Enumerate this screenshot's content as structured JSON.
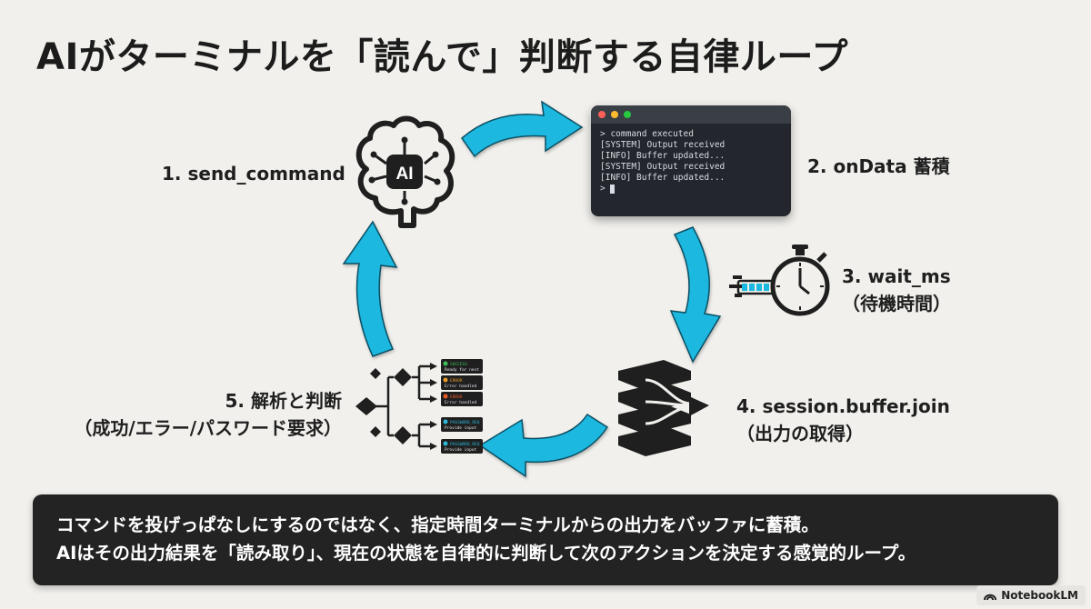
{
  "title": "AIがターミナルを「読んで」判断する自律ループ",
  "steps": {
    "s1": {
      "label": "1. send_command"
    },
    "s2": {
      "label": "2. onData 蓄積"
    },
    "s3": {
      "line1": "3. wait_ms",
      "line2": "（待機時間）"
    },
    "s4": {
      "line1": "4. session.buffer.join",
      "line2": "（出力の取得）"
    },
    "s5": {
      "line1": "5. 解析と判断",
      "line2": "（成功/エラー/パスワード要求）"
    }
  },
  "brain": {
    "text": "AI"
  },
  "terminal": {
    "lines": [
      "> command executed",
      "[SYSTEM] Output received",
      "[INFO] Buffer updated...",
      "[SYSTEM] Output received",
      "[INFO] Buffer updated...",
      ">"
    ]
  },
  "decision_tags": [
    {
      "l1": "SUCCESS",
      "l2": "Ready for next",
      "color": "#3fbf5a"
    },
    {
      "l1": "ERROR",
      "l2": "Error handled",
      "color": "#e59a2a"
    },
    {
      "l1": "ERROR",
      "l2": "Error handled",
      "color": "#e85a2a"
    },
    {
      "l1": "PASSWORD_REQ",
      "l2": "Provide input",
      "color": "#2bb7d8"
    },
    {
      "l1": "PASSWORD_REQ",
      "l2": "Provide input",
      "color": "#2bb7d8"
    }
  ],
  "caption": {
    "line1": "コマンドを投げっぱなしにするのではなく、指定時間ターミナルからの出力をバッファに蓄積。",
    "line2": "AIはその出力結果を「読み取り」、現在の状態を自律的に判断して次のアクションを決定する感覚的ループ。"
  },
  "badge": {
    "text": "NotebookLM"
  },
  "colors": {
    "arrow": "#1ab8e0",
    "background": "#f1f0ec",
    "caption_bg": "#232323"
  }
}
